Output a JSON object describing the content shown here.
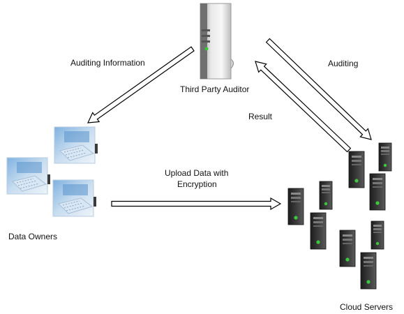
{
  "nodes": {
    "auditor": {
      "label": "Third Party Auditor",
      "icon": "server-cabinet-icon"
    },
    "owners": {
      "label": "Data Owners",
      "icon": "computer-icon"
    },
    "cloud": {
      "label": "Cloud Servers",
      "icon": "server-tower-icon"
    }
  },
  "edges": {
    "auditing_information": "Auditing Information",
    "auditing": "Auditing",
    "result": "Result",
    "upload_line1": "Upload Data with",
    "upload_line2": "Encryption"
  },
  "colors": {
    "arrow_stroke": "#000000",
    "arrow_fill": "#ffffff",
    "computer_blue": "#9fc3e6",
    "tower_dark": "#2a2a2a",
    "tower_light": "#6d6d6d",
    "led_green": "#3cc83c",
    "cabinet_gray": "#cfcfcf"
  }
}
